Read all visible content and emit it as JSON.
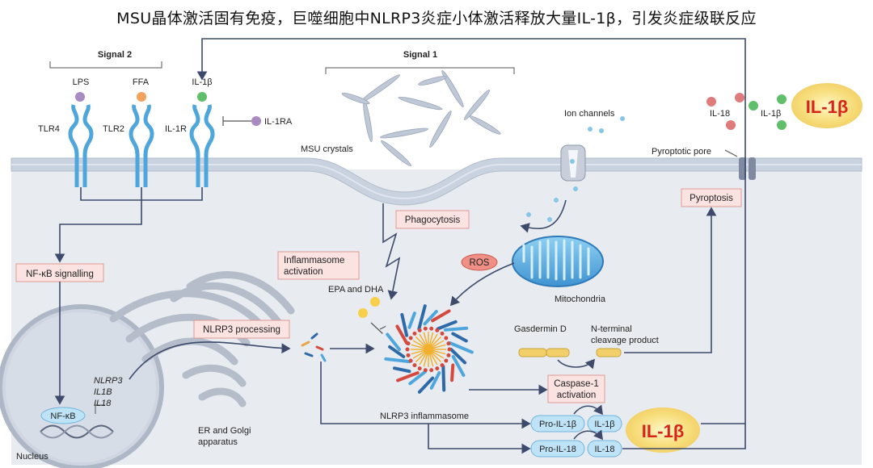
{
  "title": "MSU晶体激活固有免疫，巨噬细胞中NLRP3炎症小体激活释放大量IL-1β，引发炎症级联反应",
  "signal1": "Signal 1",
  "signal2": "Signal 2",
  "ligands": {
    "lps": "LPS",
    "ffa": "FFA",
    "il1b": "IL-1β",
    "il1ra": "IL-1RA"
  },
  "receptors": {
    "tlr4": "TLR4",
    "tlr2": "TLR2",
    "il1r": "IL-1R"
  },
  "msu_crystals": "MSU crystals",
  "ion_channels": "Ion channels",
  "pyroptotic_pore": "Pyroptotic pore",
  "released": {
    "il18": "IL-18",
    "il1b": "IL-1β"
  },
  "il1b_big": "IL-1β",
  "boxes": {
    "nfkb_signalling": "NF-κB signalling",
    "nlrp3_processing": "NLRP3 processing",
    "phagocytosis": "Phagocytosis",
    "inflammasome_activation": [
      "Inflammasome",
      "activation"
    ],
    "pyroptosis": "Pyroptosis",
    "caspase1": [
      "Caspase-1",
      "activation"
    ]
  },
  "nfkb": "NF-κB",
  "genes": [
    "NLRP3",
    "IL1B",
    "IL18"
  ],
  "nucleus": "Nucleus",
  "er_golgi": [
    "ER and Golgi",
    "apparatus"
  ],
  "epa_dha": "EPA and DHA",
  "nlrp3_inflammasome": "NLRP3 inflammasome",
  "mitochondria": "Mitochondria",
  "ros": "ROS",
  "gasdermin_d": "Gasdermin D",
  "n_terminal": [
    "N-terminal",
    "cleavage product"
  ],
  "pills": {
    "pro_il1b": "Pro-IL-1β",
    "il1b": "IL-1β",
    "pro_il18": "Pro-IL-18",
    "il18": "IL-18"
  }
}
